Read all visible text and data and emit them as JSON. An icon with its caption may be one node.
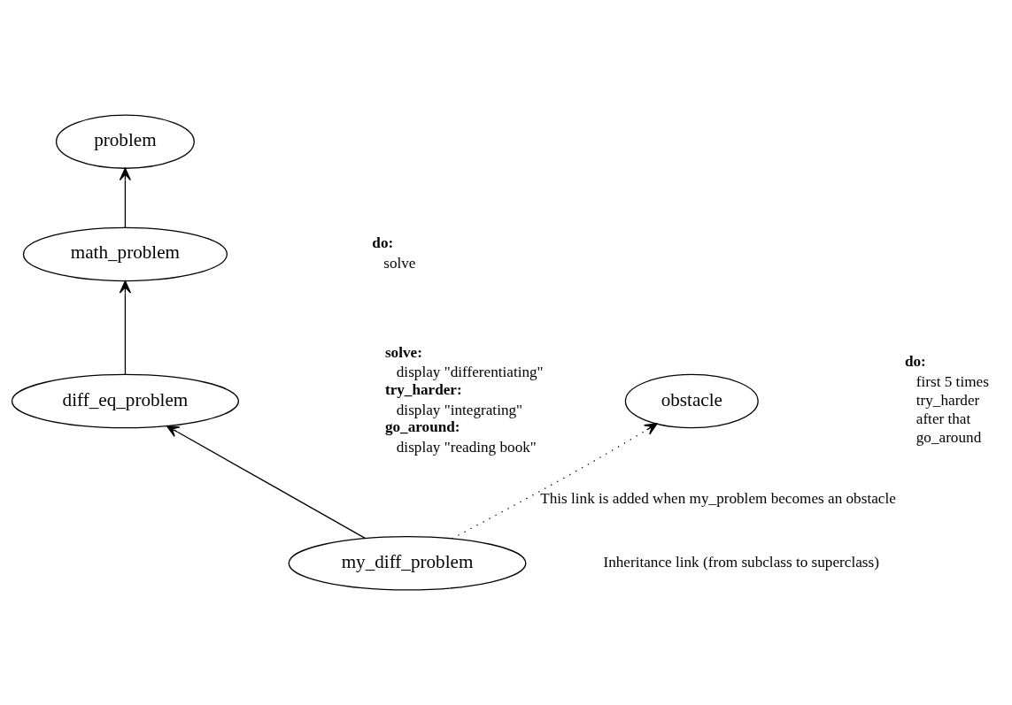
{
  "diagram": {
    "nodes": [
      {
        "text": [
          "problem"
        ]
      },
      {
        "text": [
          "math_problem"
        ],
        "beside": [
          "**do:**",
          "solve"
        ]
      },
      {
        "text": [
          "diff_eq_problem"
        ],
        "beside": [
          "**solve:**",
          "display \"differentiating\"",
          "**try_harder:**",
          "display \"integrating\"",
          "**go_around:**",
          "display \"reading book\""
        ]
      },
      {
        "text": [
          "my_diff_problem"
        ]
      },
      {
        "text": [
          "obstacle"
        ],
        "beside": [
          "**do:**",
          "first 5 times",
          "try_harder",
          "after that",
          "go_around"
        ]
      }
    ],
    "edges": [
      {
        "from": 1,
        "to": 0,
        "arrow": "to"
      },
      {
        "from": 2,
        "to": 1,
        "arrow": "to"
      },
      {
        "from": 3,
        "to": 2,
        "arrow": "to"
      },
      {
        "from": 3,
        "to": 4,
        "arrow": "to",
        "style": "dashed",
        "label": "This link is added when my_problem becomes an obstacle"
      }
    ],
    "legend": [
      {
        "text": "Inheritance link (from subclass to superclass)"
      }
    ]
  }
}
